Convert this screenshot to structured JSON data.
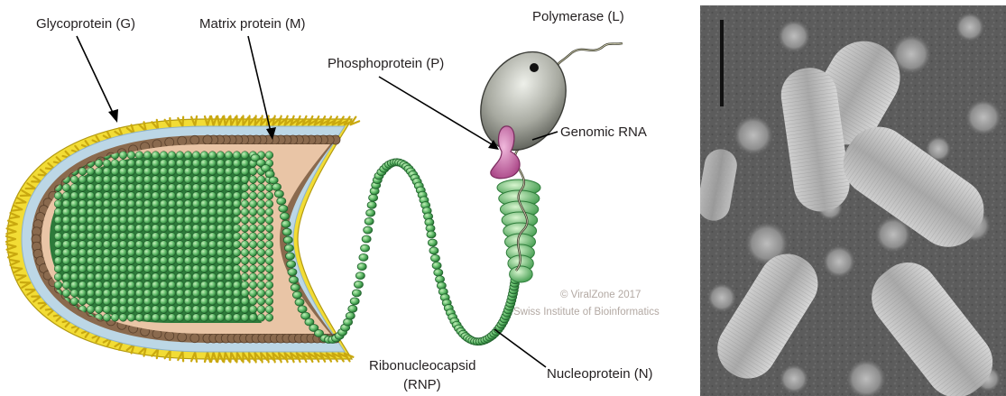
{
  "labels": {
    "glycoprotein": "Glycoprotein (G)",
    "matrix": "Matrix protein (M)",
    "polymerase": "Polymerase (L)",
    "phosphoprotein": "Phosphoprotein (P)",
    "genomic_rna": "Genomic RNA",
    "ribonucleocapsid_line1": "Ribonucleocapsid",
    "ribonucleocapsid_line2": "(RNP)",
    "nucleoprotein": "Nucleoprotein (N)"
  },
  "credit": {
    "line1": "© ViralZone 2017",
    "line2": "Swiss Institute of Bioinformatics"
  },
  "colors": {
    "glycoprotein": "#f2dc35",
    "membrane": "#bcd7e6",
    "matrix": "#8a6a4e",
    "interior": "#e9c5a6",
    "nucleocapsid": "#4fa85a",
    "nucleocapsid_light": "#a8dca0",
    "polymerase": "#a7a9a0",
    "phosphoprotein": "#c7569f",
    "micrograph_bg": "#5e5e5e"
  }
}
